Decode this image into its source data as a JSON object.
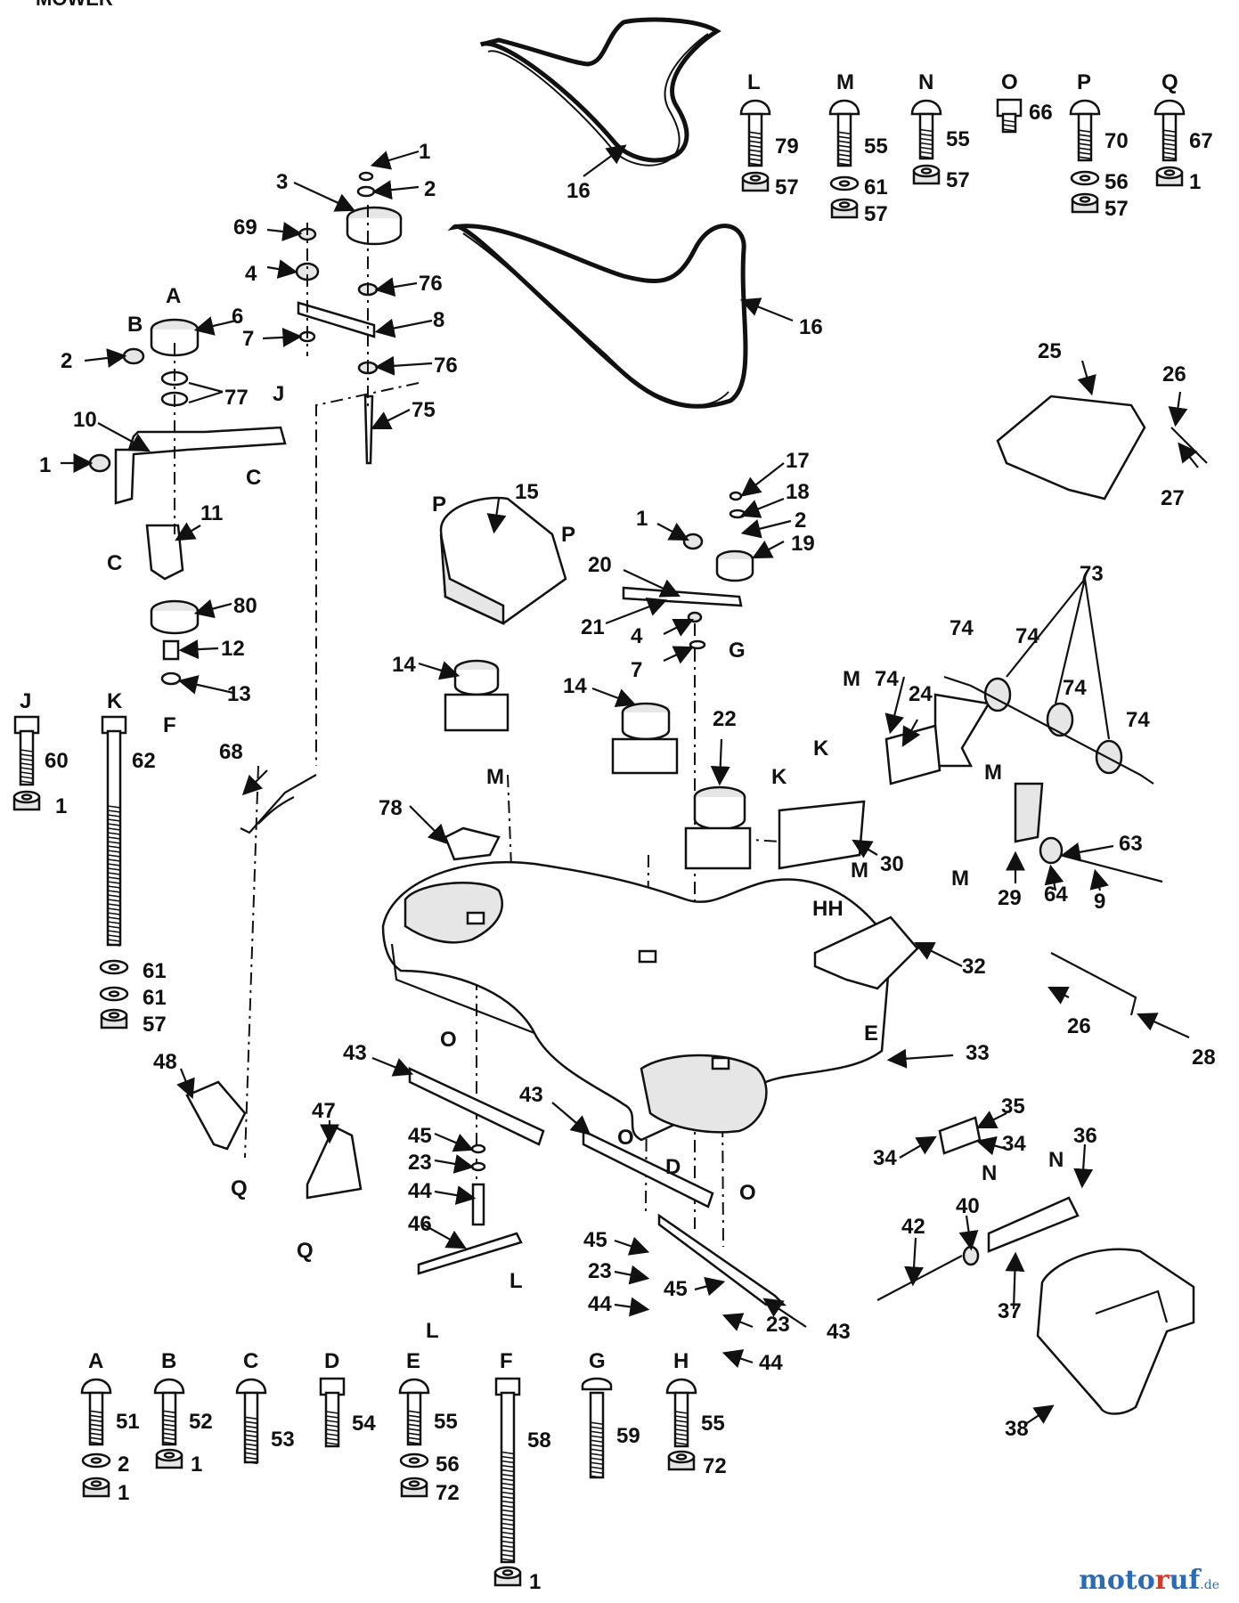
{
  "header": {
    "text": "MOWER"
  },
  "callouts": [
    {
      "id": "c1",
      "text": "1"
    },
    {
      "id": "c2",
      "text": "2"
    },
    {
      "id": "c3",
      "text": "3"
    },
    {
      "id": "c69",
      "text": "69"
    },
    {
      "id": "c4",
      "text": "4"
    },
    {
      "id": "c76a",
      "text": "76"
    },
    {
      "id": "c8",
      "text": "8"
    },
    {
      "id": "c7",
      "text": "7"
    },
    {
      "id": "c76b",
      "text": "76"
    },
    {
      "id": "c6",
      "text": "6"
    },
    {
      "id": "c2b",
      "text": "2"
    },
    {
      "id": "c77",
      "text": "77"
    },
    {
      "id": "c75",
      "text": "75"
    },
    {
      "id": "c10",
      "text": "10"
    },
    {
      "id": "c1b",
      "text": "1"
    },
    {
      "id": "c11",
      "text": "11"
    },
    {
      "id": "c80",
      "text": "80"
    },
    {
      "id": "c12",
      "text": "12"
    },
    {
      "id": "c13",
      "text": "13"
    },
    {
      "id": "c16a",
      "text": "16"
    },
    {
      "id": "c16b",
      "text": "16"
    },
    {
      "id": "c15",
      "text": "15"
    },
    {
      "id": "c17",
      "text": "17"
    },
    {
      "id": "c18",
      "text": "18"
    },
    {
      "id": "c1c",
      "text": "1"
    },
    {
      "id": "c2c",
      "text": "2"
    },
    {
      "id": "c19",
      "text": "19"
    },
    {
      "id": "c20",
      "text": "20"
    },
    {
      "id": "c21",
      "text": "21"
    },
    {
      "id": "c4b",
      "text": "4"
    },
    {
      "id": "c7b",
      "text": "7"
    },
    {
      "id": "c14a",
      "text": "14"
    },
    {
      "id": "c14b",
      "text": "14"
    },
    {
      "id": "c22",
      "text": "22"
    },
    {
      "id": "c25",
      "text": "25"
    },
    {
      "id": "c26a",
      "text": "26"
    },
    {
      "id": "c27",
      "text": "27"
    },
    {
      "id": "c73",
      "text": "73"
    },
    {
      "id": "c74a",
      "text": "74"
    },
    {
      "id": "c74b",
      "text": "74"
    },
    {
      "id": "c74c",
      "text": "74"
    },
    {
      "id": "c74d",
      "text": "74"
    },
    {
      "id": "c74e",
      "text": "74"
    },
    {
      "id": "c24",
      "text": "24"
    },
    {
      "id": "c30",
      "text": "30"
    },
    {
      "id": "c63",
      "text": "63"
    },
    {
      "id": "c29",
      "text": "29"
    },
    {
      "id": "c64",
      "text": "64"
    },
    {
      "id": "c9",
      "text": "9"
    },
    {
      "id": "c68",
      "text": "68"
    },
    {
      "id": "c78",
      "text": "78"
    },
    {
      "id": "c32",
      "text": "32"
    },
    {
      "id": "c26b",
      "text": "26"
    },
    {
      "id": "c28",
      "text": "28"
    },
    {
      "id": "c33",
      "text": "33"
    },
    {
      "id": "c48",
      "text": "48"
    },
    {
      "id": "c47",
      "text": "47"
    },
    {
      "id": "c43a",
      "text": "43"
    },
    {
      "id": "c43b",
      "text": "43"
    },
    {
      "id": "c43c",
      "text": "43"
    },
    {
      "id": "c45a",
      "text": "45"
    },
    {
      "id": "c23a",
      "text": "23"
    },
    {
      "id": "c44a",
      "text": "44"
    },
    {
      "id": "c46",
      "text": "46"
    },
    {
      "id": "c45b",
      "text": "45"
    },
    {
      "id": "c23b",
      "text": "23"
    },
    {
      "id": "c44b",
      "text": "44"
    },
    {
      "id": "c45c",
      "text": "45"
    },
    {
      "id": "c23c",
      "text": "23"
    },
    {
      "id": "c44c",
      "text": "44"
    },
    {
      "id": "c35",
      "text": "35"
    },
    {
      "id": "c34a",
      "text": "34"
    },
    {
      "id": "c34b",
      "text": "34"
    },
    {
      "id": "c36",
      "text": "36"
    },
    {
      "id": "c40",
      "text": "40"
    },
    {
      "id": "c42",
      "text": "42"
    },
    {
      "id": "c37",
      "text": "37"
    },
    {
      "id": "c38",
      "text": "38"
    }
  ],
  "letters": [
    {
      "id": "lA",
      "text": "A"
    },
    {
      "id": "lB",
      "text": "B"
    },
    {
      "id": "lJ",
      "text": "J"
    },
    {
      "id": "lC1",
      "text": "C"
    },
    {
      "id": "lC2",
      "text": "C"
    },
    {
      "id": "lF",
      "text": "F"
    },
    {
      "id": "lP1",
      "text": "P"
    },
    {
      "id": "lP2",
      "text": "P"
    },
    {
      "id": "lG",
      "text": "G"
    },
    {
      "id": "lM1",
      "text": "M"
    },
    {
      "id": "lM2",
      "text": "M"
    },
    {
      "id": "lM3",
      "text": "M"
    },
    {
      "id": "lM4",
      "text": "M"
    },
    {
      "id": "lM5",
      "text": "M"
    },
    {
      "id": "lK1",
      "text": "K"
    },
    {
      "id": "lK2",
      "text": "K"
    },
    {
      "id": "lHH",
      "text": "HH"
    },
    {
      "id": "lE",
      "text": "E"
    },
    {
      "id": "lO1",
      "text": "O"
    },
    {
      "id": "lO2",
      "text": "O"
    },
    {
      "id": "lO3",
      "text": "O"
    },
    {
      "id": "lD",
      "text": "D"
    },
    {
      "id": "lQ1",
      "text": "Q"
    },
    {
      "id": "lQ2",
      "text": "Q"
    },
    {
      "id": "lL1",
      "text": "L"
    },
    {
      "id": "lL2",
      "text": "L"
    },
    {
      "id": "lN1",
      "text": "N"
    },
    {
      "id": "lN2",
      "text": "N"
    }
  ],
  "hardware_top": [
    {
      "letter": "L",
      "parts": [
        "79",
        "57"
      ]
    },
    {
      "letter": "M",
      "parts": [
        "55",
        "61",
        "57"
      ]
    },
    {
      "letter": "N",
      "parts": [
        "55",
        "57"
      ]
    },
    {
      "letter": "O",
      "parts": [
        "66"
      ]
    },
    {
      "letter": "P",
      "parts": [
        "70",
        "56",
        "57"
      ]
    },
    {
      "letter": "Q",
      "parts": [
        "67",
        "1"
      ]
    }
  ],
  "hardware_left": [
    {
      "letter": "J",
      "parts": [
        "60",
        "1"
      ]
    },
    {
      "letter": "K",
      "parts": [
        "62",
        "61",
        "61",
        "57"
      ]
    }
  ],
  "hardware_bottom": [
    {
      "letter": "A",
      "parts": [
        "51",
        "2",
        "1"
      ]
    },
    {
      "letter": "B",
      "parts": [
        "52",
        "1"
      ]
    },
    {
      "letter": "C",
      "parts": [
        "53"
      ]
    },
    {
      "letter": "D",
      "parts": [
        "54"
      ]
    },
    {
      "letter": "E",
      "parts": [
        "55",
        "56",
        "72"
      ]
    },
    {
      "letter": "F",
      "parts": [
        "58",
        "1"
      ]
    },
    {
      "letter": "G",
      "parts": [
        "59"
      ]
    },
    {
      "letter": "H",
      "parts": [
        "55",
        "72"
      ]
    }
  ],
  "watermark": {
    "brand_a": "moto",
    "brand_b": "r",
    "brand_c": "uf",
    "domain": ".de"
  }
}
